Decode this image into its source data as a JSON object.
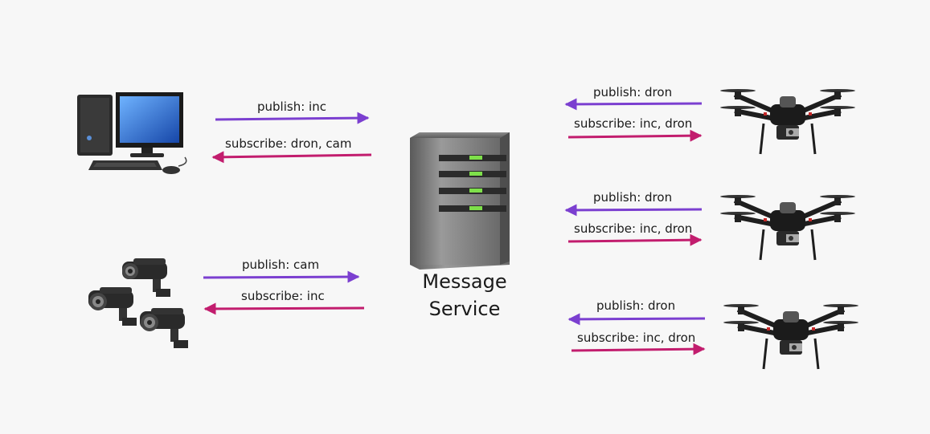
{
  "server": {
    "line1": "Message",
    "line2": "Service"
  },
  "computer": {
    "publish": "publish: inc",
    "subscribe": "subscribe: dron, cam"
  },
  "cameras": {
    "publish": "publish: cam",
    "subscribe": "subscribe: inc"
  },
  "drones": [
    {
      "publish": "publish: dron",
      "subscribe": "subscribe: inc, dron"
    },
    {
      "publish": "publish: dron",
      "subscribe": "subscribe: inc, dron"
    },
    {
      "publish": "publish: dron",
      "subscribe": "subscribe: inc, dron"
    }
  ],
  "colors": {
    "publish_arrow": "#7b3fd0",
    "subscribe_arrow": "#c21d6e",
    "led": "#7ee04a"
  }
}
